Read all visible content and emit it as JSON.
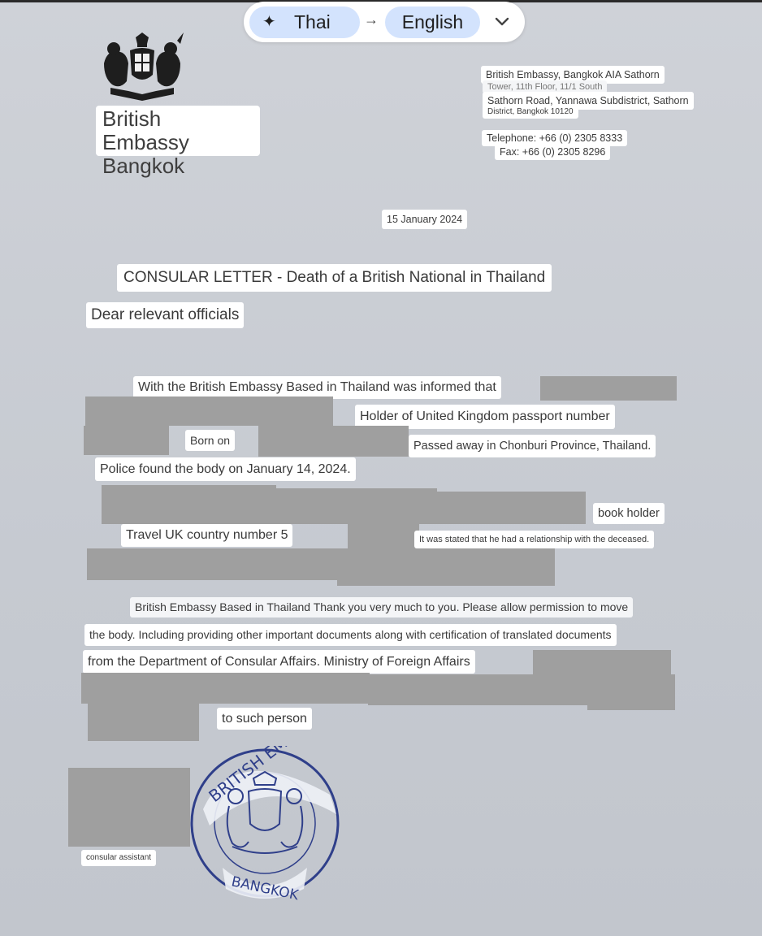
{
  "translate_bar": {
    "source_lang": "Thai",
    "target_lang": "English",
    "sparkle_icon": "sparkle-icon",
    "arrow_icon": "arrow-right-icon",
    "menu_icon": "chevron-down-icon"
  },
  "letterhead": {
    "crest_icon": "royal-crest-icon",
    "name_line1": "British Embassy",
    "name_line2": "Bangkok",
    "address": {
      "line1": "British Embassy, Bangkok AIA Sathorn",
      "line2": "Tower, 11th Floor, 11/1 South",
      "line3": "Sathorn Road, Yannawa Subdistrict, Sathorn",
      "line4": "District, Bangkok 10120"
    },
    "telephone": "Telephone: +66 (0) 2305 8333",
    "fax": "Fax: +66 (0) 2305 8296"
  },
  "letter": {
    "date": "15 January 2024",
    "subject": "CONSULAR LETTER - Death of a British National in Thailand",
    "salutation": "Dear relevant officials",
    "p1_line1": "With the British Embassy Based in Thailand was informed that",
    "p1_line2": "Holder of United Kingdom passport number",
    "p1_born": "Born on",
    "p1_passed": "Passed away in Chonburi Province, Thailand.",
    "p1_police": "Police found the body on January 14, 2024.",
    "p2_book": "book holder",
    "p2_travel": "Travel UK country number 5",
    "p2_relationship": "It was stated that he had a relationship with the deceased.",
    "p3_line1": "British Embassy Based in Thailand Thank you very much to you. Please allow permission to move",
    "p3_line2": "the body. Including providing other important documents along with certification of translated documents",
    "p3_line3": "from the Department of Consular Affairs. Ministry of Foreign Affairs",
    "p3_line4": "to such person",
    "signature_role": "consular assistant"
  },
  "stamp": {
    "top_text": "BRITISH EMBASSY",
    "bottom_text": "BANGKOK",
    "color": "#2f3f8a"
  },
  "colors": {
    "paper": "#c9cdd3",
    "redaction": "#9f9f9f",
    "chip_blue": "#d3e3fd"
  }
}
